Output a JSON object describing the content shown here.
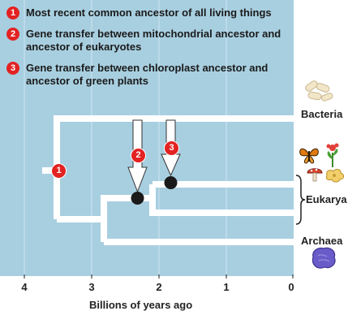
{
  "colors": {
    "background": "#a8cfe0",
    "branch": "#ffffff",
    "badge": "#e32222",
    "node": "#1a1a1a",
    "text": "#222222"
  },
  "legend": [
    {
      "number": "1",
      "text": "Most recent common ancestor of all living things"
    },
    {
      "number": "2",
      "text": "Gene transfer between mitochondrial ancestor and ancestor of eukaryotes"
    },
    {
      "number": "3",
      "text": "Gene transfer between chloroplast ancestor and ancestor of green plants"
    }
  ],
  "axis": {
    "ticks": [
      "4",
      "3",
      "2",
      "1",
      "0"
    ],
    "label": "Billions of years ago"
  },
  "taxa": {
    "bacteria": "Bacteria",
    "eukarya": "Eukarya",
    "archaea": "Archaea"
  },
  "markers": [
    "1",
    "2",
    "3"
  ],
  "icons": [
    "bacteria-cells-icon",
    "butterfly-icon",
    "plant-flower-icon",
    "mushroom-icon",
    "amoeba-icon",
    "archaea-cell-icon"
  ]
}
